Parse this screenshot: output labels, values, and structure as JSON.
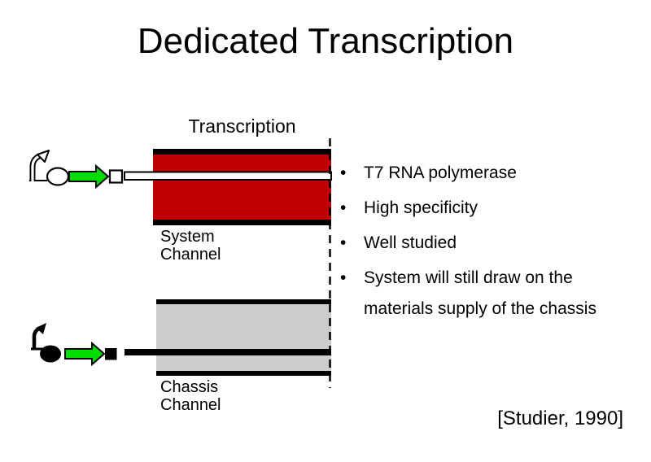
{
  "slide": {
    "title": "Dedicated Transcription",
    "citation": "[Studier, 1990]",
    "diagram": {
      "transcription_label": "Transcription",
      "system_channel": {
        "line1": "System",
        "line2": "Channel"
      },
      "chassis_channel": {
        "line1": "Chassis",
        "line2": "Channel"
      },
      "bullet_glyph": "•"
    },
    "bullets": [
      "T7 RNA polymerase",
      "High specificity",
      "Well studied",
      "System will still draw on the materials supply of the chassis"
    ],
    "colors": {
      "system_channel_fill": "#c00000",
      "chassis_channel_fill": "#cccccc",
      "gene_arrow_green": "#00dd00",
      "line_black": "#000000"
    }
  }
}
